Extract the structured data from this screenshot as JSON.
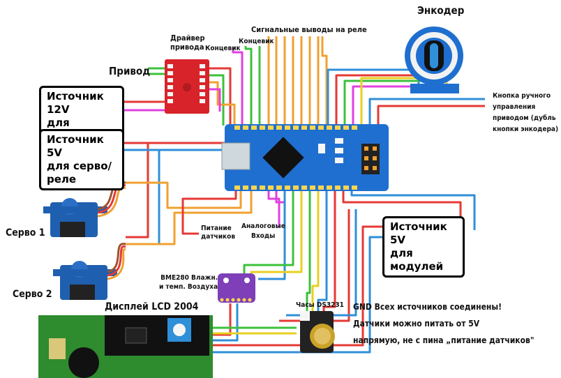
{
  "labels": {
    "encoder": "Энкодер",
    "driver_line1": "Драйвер",
    "driver_line2": "привода",
    "privod": "Привод",
    "endstop1": "Концевик",
    "endstop2": "Концевик",
    "relay_outputs": "Сигнальные выводы на реле",
    "src12_line1": "Источник 12V",
    "src12_line2": "для привода",
    "src5_line1": "Источник 5V",
    "src5_line2": "для серво/реле",
    "button_line1": "Кнопка ручного",
    "button_line2": "управления",
    "button_line3": "приводом (дубль",
    "button_line4": "кнопки энкодера)",
    "servo1": "Серво 1",
    "servo2": "Серво 2",
    "sensor_power_line1": "Питание",
    "sensor_power_line2": "датчиков",
    "analog_line1": "Аналоговые",
    "analog_line2": "Входы",
    "src_mod_line1": "Источник 5V",
    "src_mod_line2": "для модулей",
    "bme_line1": "BME280 Влажн.",
    "bme_line2": "и темп. Воздуха",
    "lcd": "Дисплей LCD 2004",
    "clock": "Часы DS3231",
    "note_line1": "GND Всех источников соединены!",
    "note_line2": "Датчики можно питать от 5V",
    "note_line3": "напрямую, не с пина „питание датчиков\""
  },
  "colors": {
    "red": "#e53935",
    "blue": "#2f8fd8",
    "orange": "#f0a030",
    "green": "#3cc13c",
    "magenta": "#e040e0",
    "yellow": "#e8d020",
    "brown": "#a0522d",
    "board": "#1f6fd0",
    "driver": "#d8232a"
  },
  "icons": [
    "arduino-nano-board",
    "motor-driver-board",
    "rotary-encoder",
    "servo-motor",
    "lcd-2004-display",
    "bme280-sensor",
    "ds3231-clock"
  ]
}
